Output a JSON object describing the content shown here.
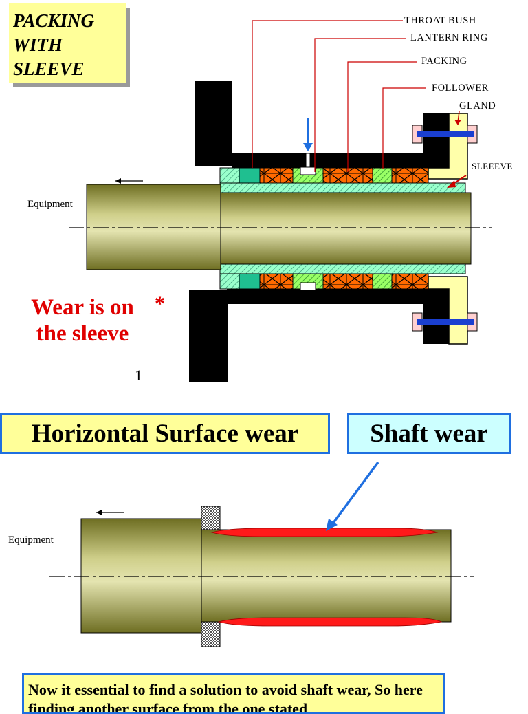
{
  "title": {
    "line1": "PACKING",
    "line2": "WITH",
    "line3": "SLEEVE"
  },
  "labels": {
    "throat_bush": "THROAT BUSH",
    "lantern_ring": "LANTERN RING",
    "packing": "PACKING",
    "follower": "FOLLOWER",
    "gland": "GLAND",
    "sleeve": "SLEEEVE",
    "equipment_top": "Equipment",
    "equipment_bottom": "Equipment"
  },
  "wear_note": {
    "line1": "Wear is on",
    "line2": "the sleeve",
    "star": "*"
  },
  "page_number": "1",
  "boxes": {
    "horizontal": "Horizontal Surface wear",
    "shaft_wear": "Shaft wear"
  },
  "bottom_note": "Now it essential to find a solution to avoid shaft wear, So here finding another surface from the one stated",
  "colors": {
    "shaft": "#8f8f34",
    "throat_bush": "#1fbf90",
    "packing": "#ff6a00",
    "lantern": "#99ff66",
    "sleeve": "#99ffcc",
    "gland": "#ffffaa",
    "wear": "#ff1a1a",
    "arrow_blue": "#1f6fe0",
    "title_bg": "#ffff99",
    "box_border": "#1f6fe0",
    "label_text": "#000000",
    "leader": "#cc0000"
  }
}
